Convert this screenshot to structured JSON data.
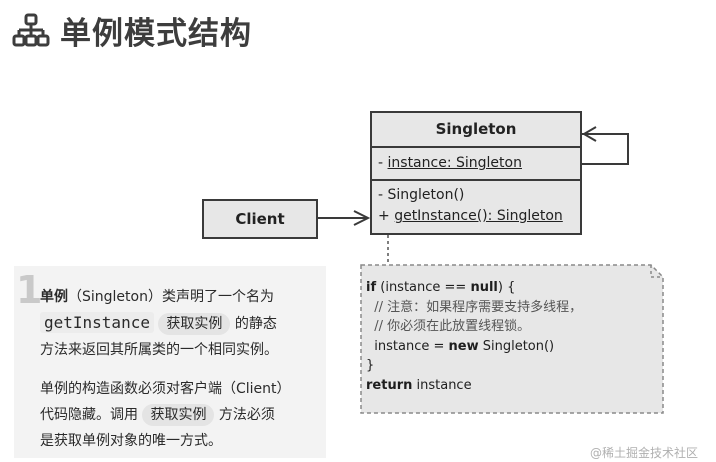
{
  "header": {
    "title": "单例模式结构",
    "icon": "hierarchy-icon"
  },
  "uml": {
    "singleton": {
      "name": "Singleton",
      "field": "- instance: Singleton",
      "field_prefix": "- ",
      "field_name": "instance: Singleton",
      "method1": "- Singleton()",
      "method2_prefix": "+ ",
      "method2_name": "getInstance(): Singleton"
    },
    "client": {
      "name": "Client"
    }
  },
  "code": {
    "l1_kw": "if",
    "l1_a": " (instance == ",
    "l1_kw2": "null",
    "l1_b": ") {",
    "l2": "  // 注意：如果程序需要支持多线程，",
    "l3": "  // 你必须在此放置线程锁。",
    "l4_a": "  instance = ",
    "l4_kw": "new",
    "l4_b": " Singleton()",
    "l5": "}",
    "l6_kw": "return",
    "l6_b": " instance"
  },
  "description": {
    "number": "1",
    "p1_bold": "单例",
    "p1_a": "（Singleton）类声明了一个名为",
    "p1_code": "getInstance",
    "p1_pill": "获取实例",
    "p1_b": "的静态",
    "p1_c": "方法来返回其所属类的一个相同实例。",
    "p2_a": "单例的构造函数必须对客户端（Client）",
    "p2_b": "代码隐藏。调用",
    "p2_pill": "获取实例",
    "p2_c": "方法必须",
    "p2_d": "是获取单例对象的唯一方式。"
  },
  "watermark": "@稀土掘金技术社区",
  "colors": {
    "box_fill": "#e7e7e7",
    "border": "#3a3a3a",
    "panel": "#f3f3f3"
  }
}
